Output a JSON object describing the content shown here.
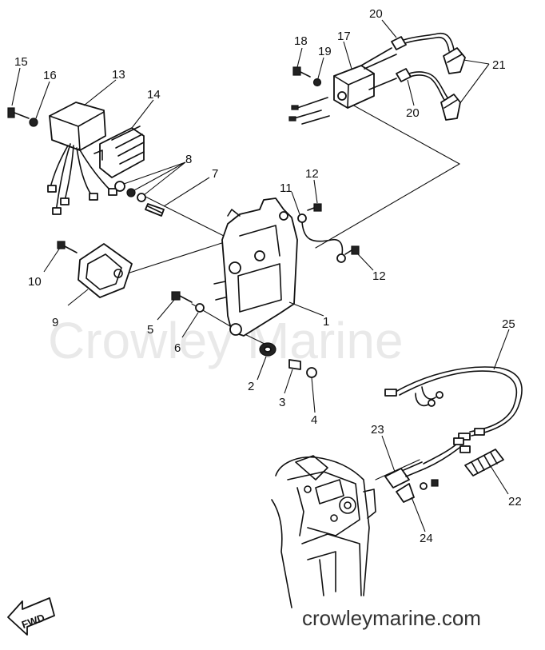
{
  "watermark": "Crowley Marine",
  "website": "crowleymarine.com",
  "fwd_label": "FWD",
  "callouts": [
    {
      "id": "c1",
      "text": "1"
    },
    {
      "id": "c2",
      "text": "2"
    },
    {
      "id": "c3",
      "text": "3"
    },
    {
      "id": "c4",
      "text": "4"
    },
    {
      "id": "c5",
      "text": "5"
    },
    {
      "id": "c6",
      "text": "6"
    },
    {
      "id": "c7",
      "text": "7"
    },
    {
      "id": "c8",
      "text": "8"
    },
    {
      "id": "c9",
      "text": "9"
    },
    {
      "id": "c10",
      "text": "10"
    },
    {
      "id": "c11",
      "text": "11"
    },
    {
      "id": "c12a",
      "text": "12"
    },
    {
      "id": "c12b",
      "text": "12"
    },
    {
      "id": "c13",
      "text": "13"
    },
    {
      "id": "c14",
      "text": "14"
    },
    {
      "id": "c15",
      "text": "15"
    },
    {
      "id": "c16",
      "text": "16"
    },
    {
      "id": "c17",
      "text": "17"
    },
    {
      "id": "c18",
      "text": "18"
    },
    {
      "id": "c19",
      "text": "19"
    },
    {
      "id": "c20a",
      "text": "20"
    },
    {
      "id": "c20b",
      "text": "20"
    },
    {
      "id": "c21",
      "text": "21"
    },
    {
      "id": "c22",
      "text": "22"
    },
    {
      "id": "c23",
      "text": "23"
    },
    {
      "id": "c24",
      "text": "24"
    },
    {
      "id": "c25",
      "text": "25"
    }
  ]
}
